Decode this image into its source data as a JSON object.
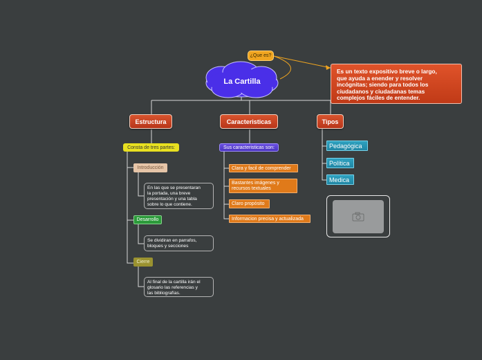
{
  "root": {
    "title": "La Cartilla"
  },
  "question": {
    "label": "¿Que es?",
    "answer": "Es un texto expositivo breve o largo,\nque ayuda a enender y resolver\nincógnitas; siendo para todos los\nciudadanos y ciudadanas temas\ncomplejos fáciles de entender."
  },
  "branches": {
    "estructura": {
      "label": "Estructura",
      "sub": "Consta de tres partes:",
      "parts": [
        {
          "label": "Introducción",
          "note": "En las que se presentaran\nla portada, una breve\npresentación y una tabla\nsobre lo que contiene."
        },
        {
          "label": "Desarrollo",
          "note": "Se dividiran en parrafos,\nbloques y secciones"
        },
        {
          "label": "Cierre",
          "note": "Al final de la cartilla irán el\nglosario las referencias y\nlas bibliografías."
        }
      ]
    },
    "caracteristicas": {
      "label": "Caracteristicas",
      "sub": "Sus caracteristicas son:",
      "items": [
        "Clara y facil de comprender",
        "Bastantes imágenes y\nrecursos textuales",
        "Claro propósito",
        "Informacion precisa y actualizada"
      ]
    },
    "tipos": {
      "label": "Tipos",
      "items": [
        "Pedagógica",
        "Política",
        "Medica"
      ]
    }
  },
  "image_placeholder": {
    "icon": "camera-icon"
  },
  "colors": {
    "background": "#3a3e3f",
    "cloud": "#4a2fe8",
    "main_topic": "#c8401f",
    "question_tag": "#f0a520",
    "connector": "#d8d8d8"
  }
}
